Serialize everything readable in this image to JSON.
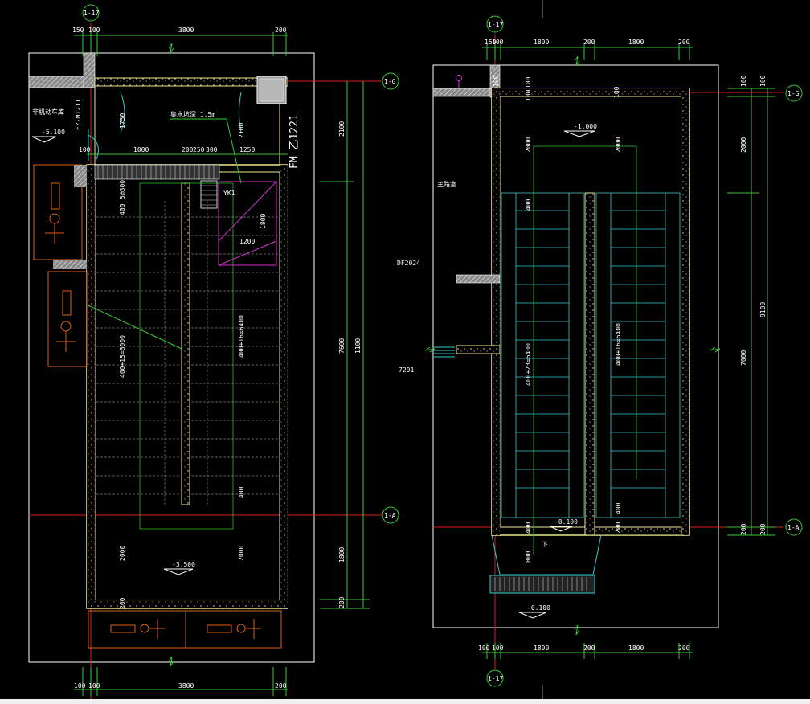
{
  "colors": {
    "background": "#000000",
    "axis": "#d81e1e",
    "wall": "#f0e68c",
    "wall_fill": "#b0b0b0",
    "dimension": "#33cc33",
    "stair": "#33cccc",
    "stair_grey": "#888888",
    "equipment": "#e06010",
    "magenta": "#cc33cc",
    "frame": "#ffffff",
    "label": "#ffffff"
  },
  "left_plan": {
    "grid_top": "1-17",
    "top_dims": [
      "150",
      "100",
      "3800",
      "200"
    ],
    "bottom_dims": [
      "100",
      "100",
      "3800",
      "200"
    ],
    "grid_right_top": "1-G",
    "grid_right_bottom": "1-A",
    "room_label_top_left": "非机动车库",
    "room_label_small": "FZ-M1211",
    "level_top": "-5.100",
    "level_bottom": "-3.500",
    "pump_note": "集水坑深 1.5m",
    "door_tag": "FM 乙1221",
    "inner_dims": [
      "1750",
      "100",
      "1000",
      "200",
      "250",
      "300",
      "1250",
      "2100"
    ],
    "stair_dims": [
      "400",
      "5@300",
      "400+15=6000",
      "400+16=6400",
      "400"
    ],
    "pit_dims": [
      "1800",
      "1200"
    ],
    "pit_tag": "YK1",
    "lower_dims": [
      "2000",
      "2000",
      "200",
      "1800",
      "200"
    ],
    "right_dims": [
      "2100",
      "7600",
      "1100",
      "1800",
      "200"
    ]
  },
  "right_plan": {
    "grid_top": "1-17",
    "grid_bottom": "1-17",
    "top_dims": [
      "150",
      "100",
      "1800",
      "200",
      "1800",
      "200"
    ],
    "bottom_dims": [
      "100",
      "100",
      "1800",
      "200",
      "1800",
      "200"
    ],
    "grid_right_top": "1-G",
    "grid_right_bottom": "1-A",
    "room_label": "主路室",
    "door_label": "DF2024",
    "window_label": "7201",
    "level_top": "-1.000",
    "level_mid": "-0.100",
    "level_bottom": "-0.100",
    "down_label": "下",
    "inner_dims": [
      "100",
      "100",
      "100",
      "100",
      "2000",
      "2000",
      "400"
    ],
    "stair_dims": [
      "400+23=6400",
      "400+16=6400",
      "400",
      "200",
      "400",
      "200"
    ],
    "lower_dims": [
      "400",
      "800"
    ],
    "right_dims": [
      "100",
      "100",
      "2000",
      "7000",
      "9100",
      "200",
      "200"
    ]
  }
}
